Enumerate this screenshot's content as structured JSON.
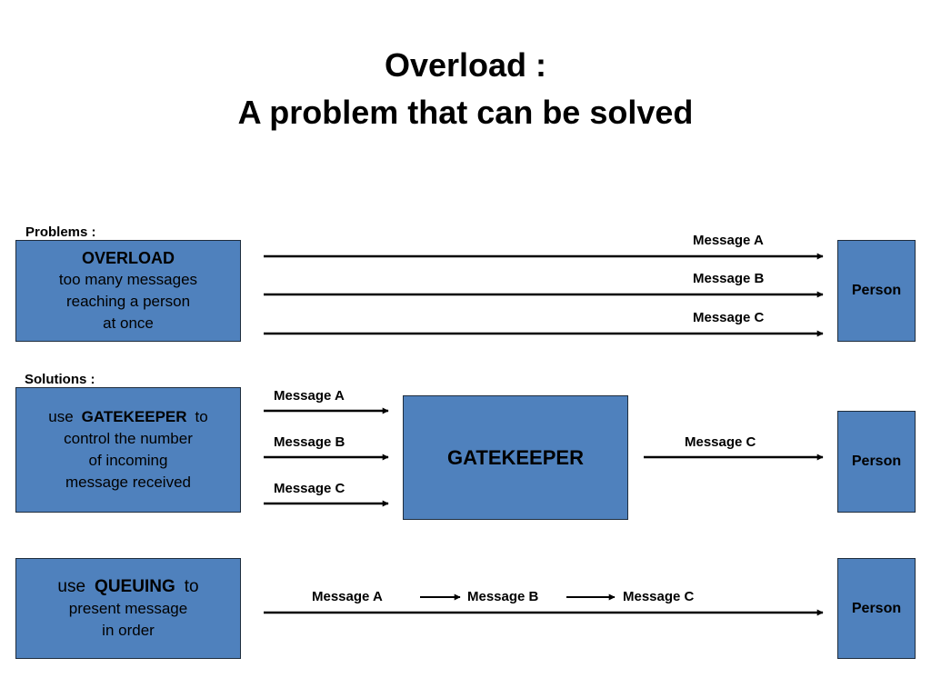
{
  "title": {
    "line1": "Overload :",
    "line2": "A problem that can be solved"
  },
  "problems": {
    "label": "Problems :",
    "box": {
      "heading": "OVERLOAD",
      "line1": "too many messages",
      "line2": "reaching a person",
      "line3": "at once"
    },
    "messages": [
      "Message A",
      "Message B",
      "Message C"
    ],
    "person": "Person"
  },
  "solutions": {
    "label": "Solutions :",
    "gatekeeper": {
      "box": {
        "pre": "use",
        "keyword": "GATEKEEPER",
        "post": "to",
        "line2": "control the number",
        "line3": "of incoming",
        "line4": "message received"
      },
      "incoming_messages": [
        "Message A",
        "Message B",
        "Message C"
      ],
      "center_label": "GATEKEEPER",
      "outgoing_message": "Message C",
      "person": "Person"
    },
    "queuing": {
      "box": {
        "pre": "use",
        "keyword": "QUEUING",
        "post": "to",
        "line2": "present message",
        "line3": "in order"
      },
      "queue_messages": [
        "Message A",
        "Message B",
        "Message C"
      ],
      "person": "Person"
    }
  },
  "colors": {
    "box_fill": "#4f81bd",
    "box_border": "#1f2d3d",
    "arrow": "#000000"
  }
}
